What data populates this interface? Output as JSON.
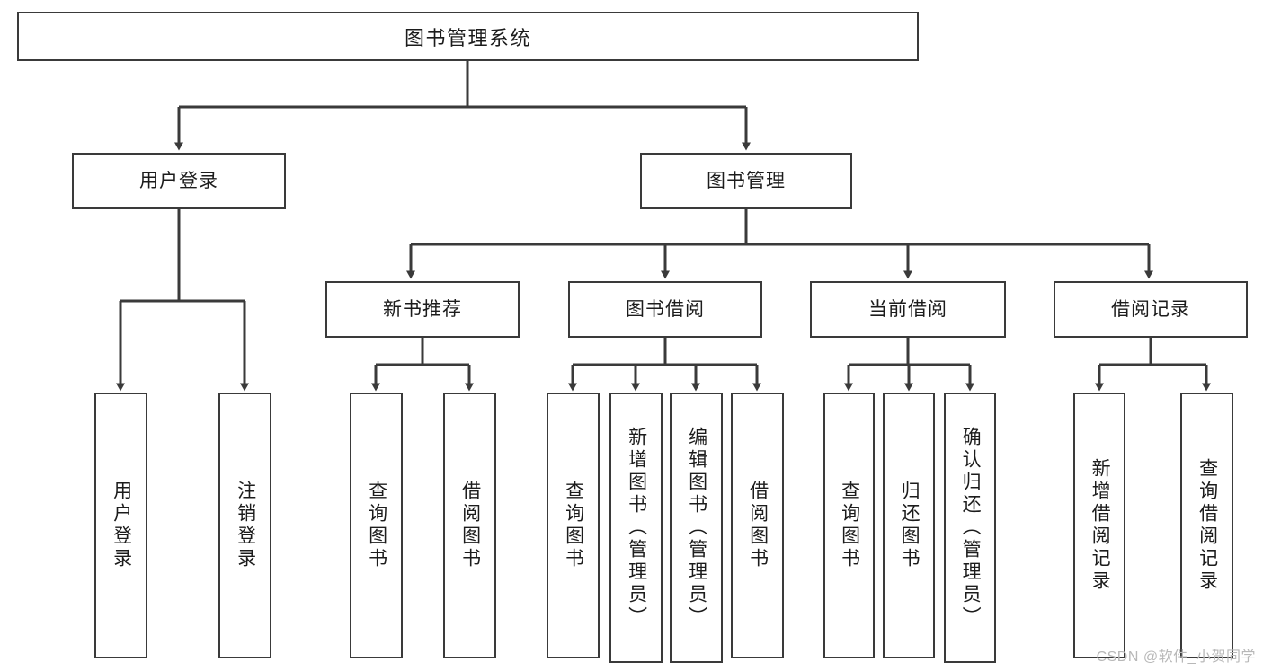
{
  "diagram": {
    "title": "图书管理系统",
    "watermark": "CSDN @软件_小贺同学",
    "type": "hierarchy-tree",
    "levels": 4,
    "root": {
      "id": "root",
      "label": "图书管理系统"
    },
    "level2": [
      {
        "id": "user-login",
        "label": "用户登录"
      },
      {
        "id": "book-manage",
        "label": "图书管理"
      }
    ],
    "level3": [
      {
        "id": "new-book-rec",
        "label": "新书推荐",
        "parent": "book-manage"
      },
      {
        "id": "book-borrow",
        "label": "图书借阅",
        "parent": "book-manage"
      },
      {
        "id": "current-borrow",
        "label": "当前借阅",
        "parent": "book-manage"
      },
      {
        "id": "borrow-record",
        "label": "借阅记录",
        "parent": "book-manage"
      }
    ],
    "leaves": {
      "user_login": [
        {
          "id": "leaf-user-login",
          "label": "用户登录"
        },
        {
          "id": "leaf-user-logout",
          "label": "注销登录"
        }
      ],
      "new_book_rec": [
        {
          "id": "leaf-query-book-1",
          "label": "查询图书"
        },
        {
          "id": "leaf-borrow-book-1",
          "label": "借阅图书"
        }
      ],
      "book_borrow": [
        {
          "id": "leaf-query-book-2",
          "label": "查询图书"
        },
        {
          "id": "leaf-add-book",
          "label": "新增图书（管理员）"
        },
        {
          "id": "leaf-edit-book",
          "label": "编辑图书（管理员）"
        },
        {
          "id": "leaf-borrow-book-2",
          "label": "借阅图书"
        }
      ],
      "current_borrow": [
        {
          "id": "leaf-query-book-3",
          "label": "查询图书"
        },
        {
          "id": "leaf-return-book",
          "label": "归还图书"
        },
        {
          "id": "leaf-confirm-return",
          "label": "确认归还（管理员）"
        }
      ],
      "borrow_record": [
        {
          "id": "leaf-add-record",
          "label": "新增借阅记录"
        },
        {
          "id": "leaf-query-record",
          "label": "查询借阅记录"
        }
      ]
    },
    "colors": {
      "stroke": "#3a3a3a",
      "fill": "#ffffff",
      "text": "#1c1c1c",
      "watermark": "#b8b8b8"
    }
  }
}
